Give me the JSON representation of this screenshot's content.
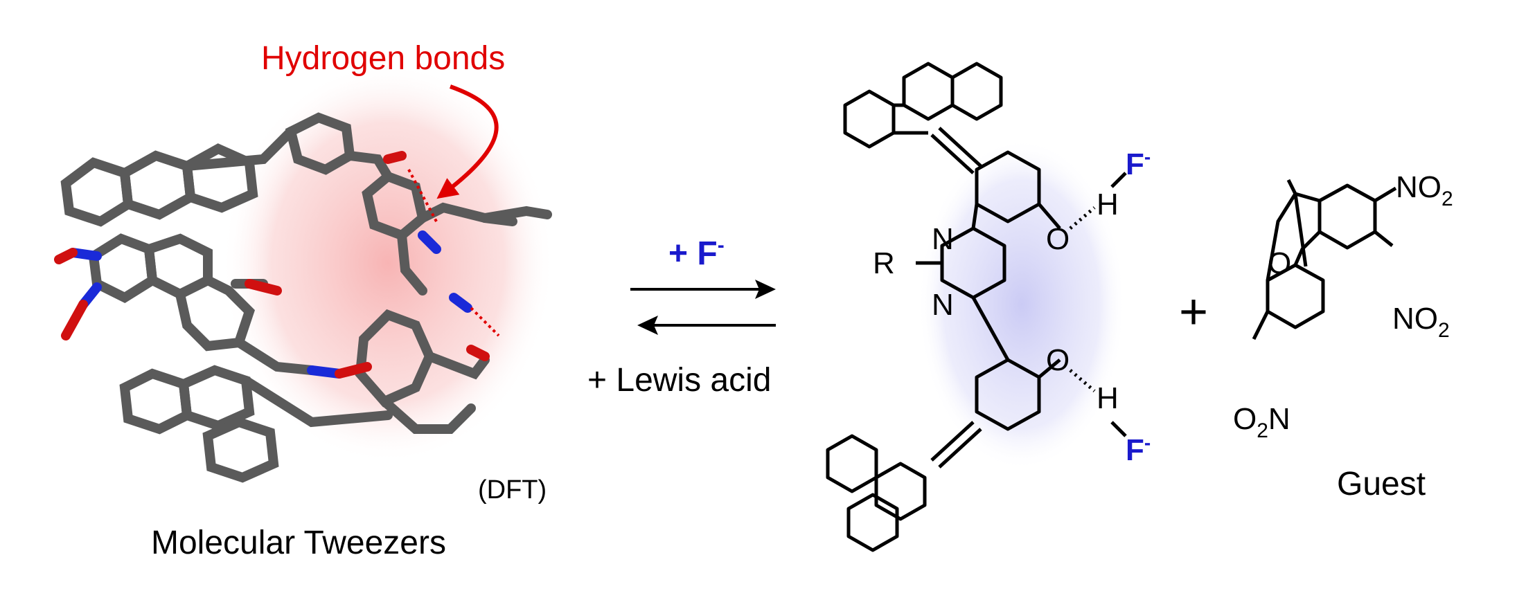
{
  "left_panel": {
    "callout": "Hydrogen bonds",
    "method_note": "(DFT)",
    "caption": "Molecular Tweezers"
  },
  "equilibrium": {
    "forward_reagent": "+ F",
    "forward_superscript": "-",
    "reverse_reagent": "+ Lewis acid"
  },
  "structure": {
    "substituent": "R",
    "ring_atom_top": "N",
    "ring_atom_bottom": "N",
    "oxygen_top": "O",
    "oxygen_bottom": "O",
    "hydrogen_top": "H",
    "hydrogen_bottom": "H",
    "anion_top": "F",
    "anion_bottom": "F",
    "anion_charge": "-"
  },
  "plus_sign": "+",
  "guest": {
    "carbonyl_oxygen": "O",
    "nitro_top": "NO",
    "nitro_middle": "NO",
    "nitro_bottom": "O",
    "nitro_bottom_tail": "N",
    "subscript": "2",
    "caption": "Guest"
  },
  "colors": {
    "hbond_red": "#e00000",
    "fluoride_blue": "#1a1acc",
    "oxygen_red": "#d01010",
    "nitrogen_blue": "#1a2ad8",
    "carbon_gray": "#555555",
    "glow_pink": "#f7b0b0",
    "glow_lavender": "#c8c8f4"
  }
}
